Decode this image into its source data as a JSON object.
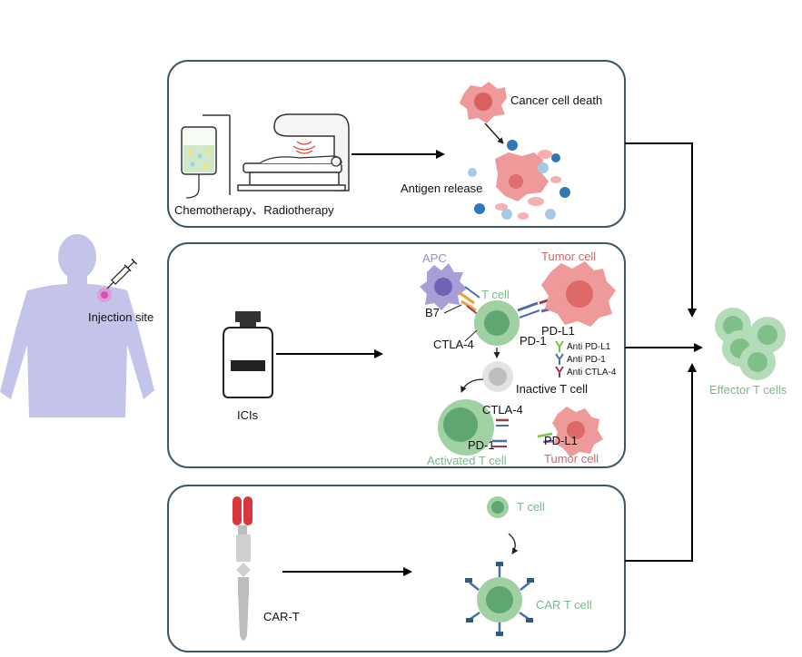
{
  "colors": {
    "panel_border": "#3d5566",
    "green_text": "#7ab98a",
    "red_text": "#c96a6a",
    "apc_text": "#9a8fc8",
    "tcell_fill": "#9fd1a3",
    "tcell_nucleus": "#5fa672",
    "tumor_fill": "#ef9a9a",
    "tumor_core": "#d9605f",
    "body_fill": "#c4c3ea",
    "dot_blue": "#2f78b5",
    "dot_light": "#a7c9e8"
  },
  "left": {
    "injection_label": "Injection site",
    "icons": [
      "human-body-icon",
      "syringe-icon"
    ]
  },
  "panel_top": {
    "treatment_label": "Chemotherapy、Radiotherapy",
    "death_label": "Cancer cell death",
    "antigen_label": "Antigen release",
    "icons": [
      "iv-bag-icon",
      "radiotherapy-machine-icon",
      "tumor-cell-icon"
    ]
  },
  "panel_mid": {
    "drug_label": "ICIs",
    "apc_label": "APC",
    "tcell_label": "T cell",
    "tumor_label": "Tumor cell",
    "b7_label": "B7",
    "ctla4_label": "CTLA-4",
    "pd1_label": "PD-1",
    "pdl1_label": "PD-L1",
    "legend": [
      {
        "label": "Anti PD-L1",
        "color": "#7ac142"
      },
      {
        "label": "Anti PD-1",
        "color": "#4a6fa5"
      },
      {
        "label": "Anti CTLA-4",
        "color": "#9a3a4a"
      }
    ],
    "inactive_label": "Inactive T cell",
    "ctla4_label2": "CTLA-4",
    "pd1_label2": "PD-1",
    "activated_label": "Activated T cell",
    "pdl1_label2": "PD-L1",
    "tumor_label2": "Tumor cell"
  },
  "panel_bot": {
    "cart_label": "CAR-T",
    "tcell_label": "T cell",
    "car_tcell_label": "CAR T cell"
  },
  "output": {
    "effector_label": "Effector T cells"
  }
}
